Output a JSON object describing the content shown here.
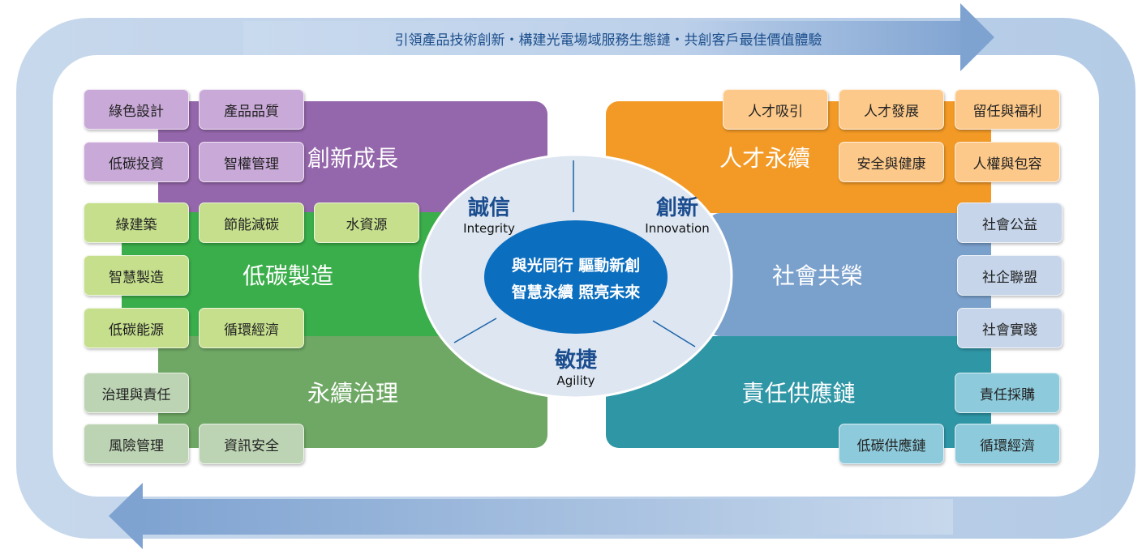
{
  "banner": "引領產品技術創新・構建光電場域服務生態鏈・共創客戶最佳價值體驗",
  "panels": {
    "innovation_growth": "創新成長",
    "low_carbon": "低碳製造",
    "governance": "永續治理",
    "talent": "人才永續",
    "society": "社會共榮",
    "supply_chain": "責任供應鏈"
  },
  "boxes": {
    "purple": [
      "綠色設計",
      "產品品質",
      "低碳投資",
      "智權管理"
    ],
    "green": [
      "綠建築",
      "節能減碳",
      "水資源",
      "智慧製造",
      "低碳能源",
      "循環經濟"
    ],
    "gov": [
      "治理與責任",
      "風險管理",
      "資訊安全"
    ],
    "orange": [
      "人才吸引",
      "人才發展",
      "留任與福利",
      "安全與健康",
      "人權與包容"
    ],
    "blue": [
      "社會公益",
      "社企聯盟",
      "社會實踐"
    ],
    "teal": [
      "責任採購",
      "低碳供應鏈",
      "循環經濟"
    ]
  },
  "values": [
    {
      "zh": "誠信",
      "en": "Integrity"
    },
    {
      "zh": "創新",
      "en": "Innovation"
    },
    {
      "zh": "敏捷",
      "en": "Agility"
    }
  ],
  "core": [
    "與光同行 驅動新創",
    "智慧永續 照亮未來"
  ]
}
